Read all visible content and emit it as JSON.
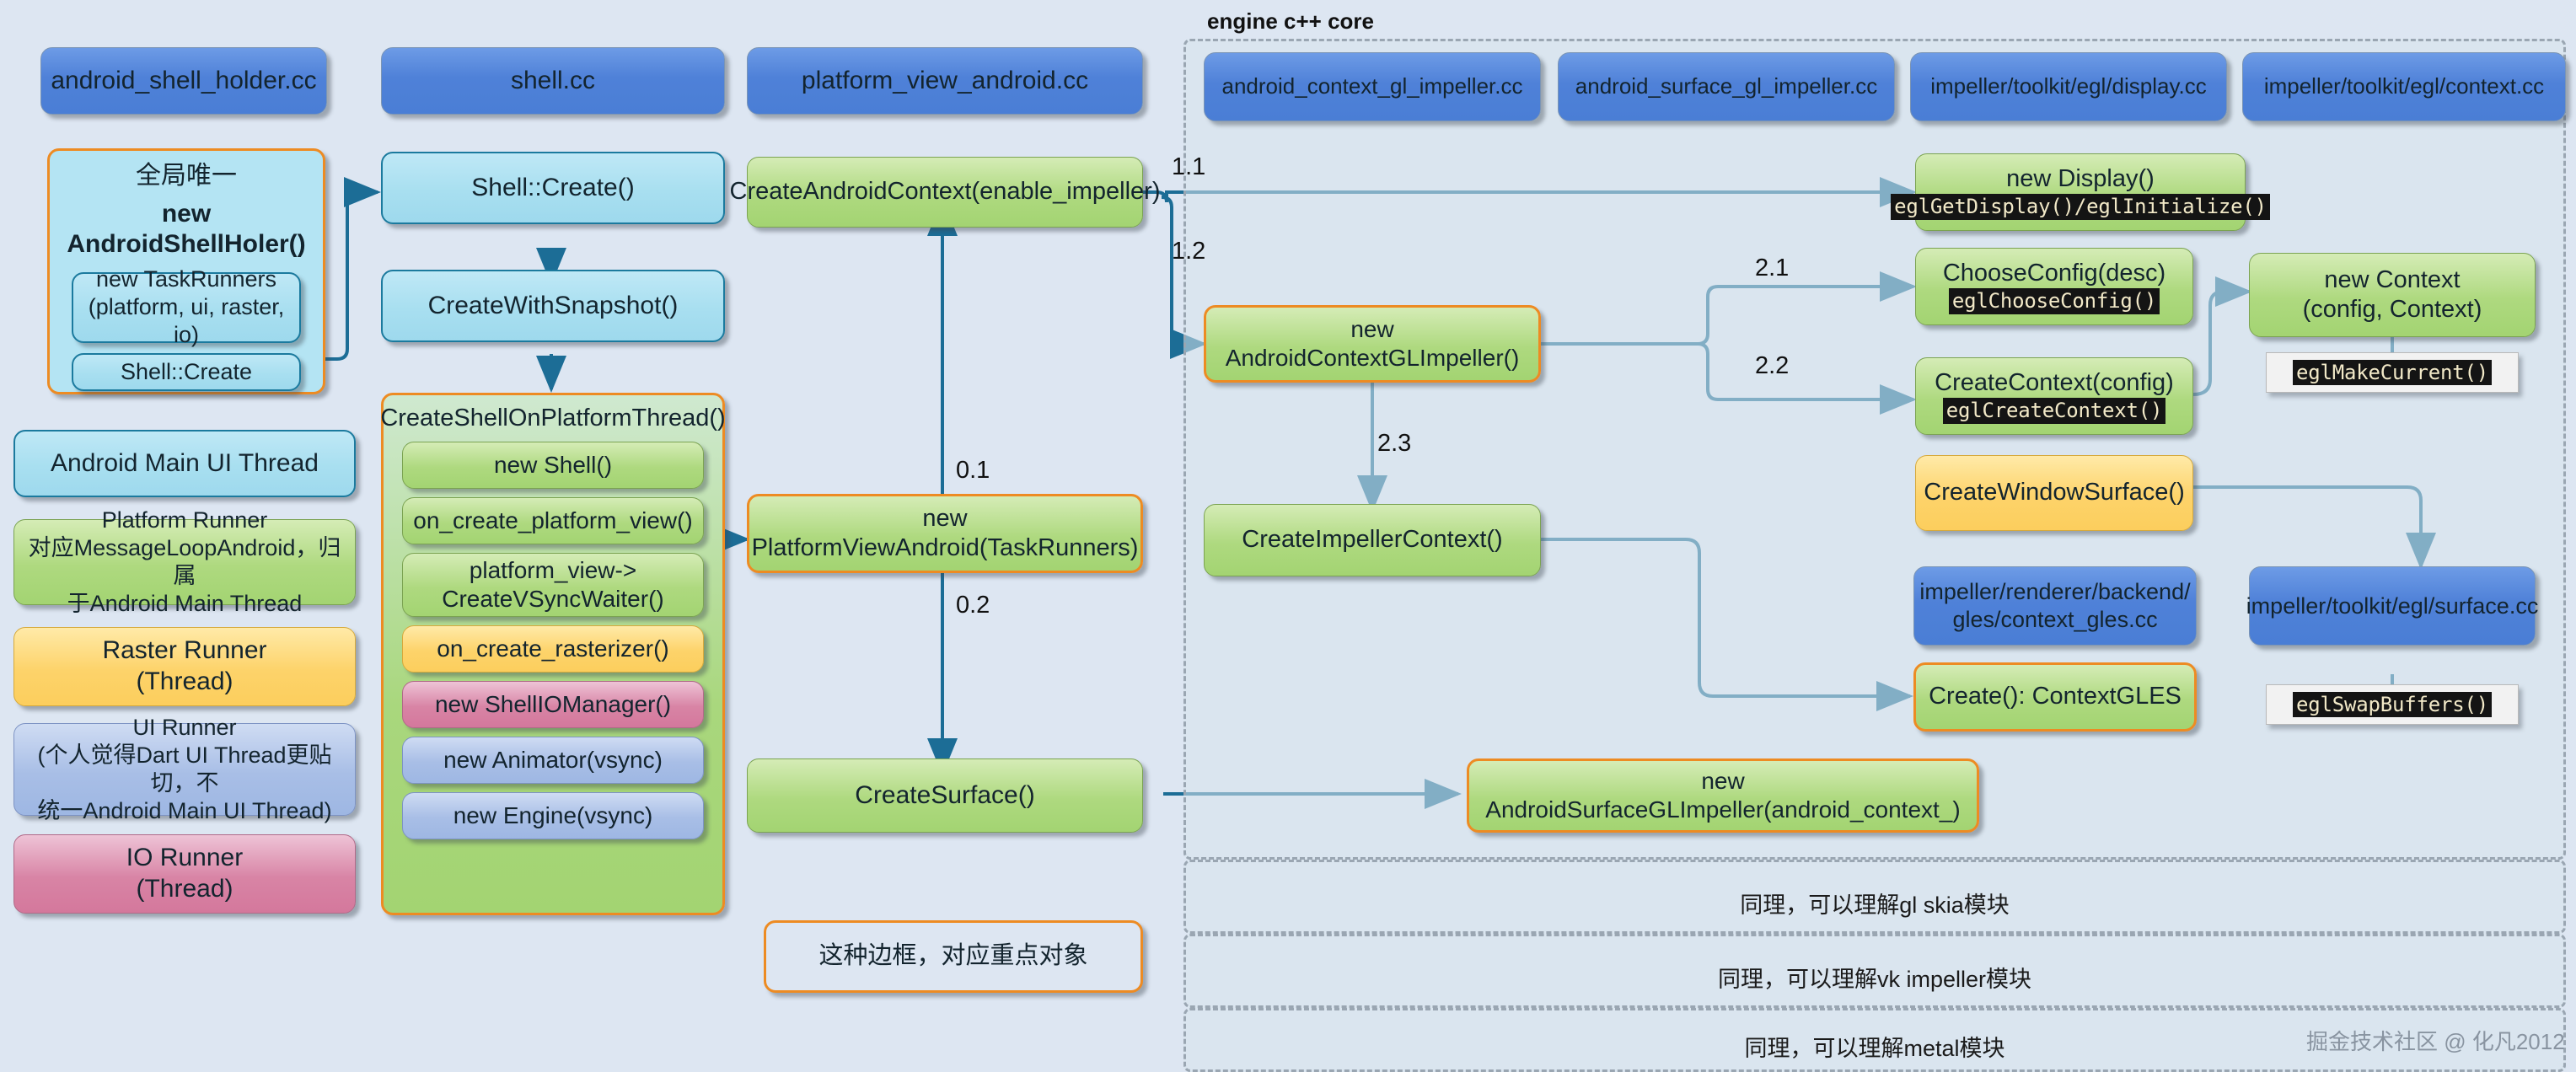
{
  "columns": {
    "android_shell_holder": {
      "file_label": "android_shell_holder.cc",
      "group": {
        "title_line1": "全局唯一",
        "title_line2": "new AndroidShellHoler()",
        "items": [
          "new TaskRunners\n(platform, ui, raster, io)",
          "Shell::Create"
        ]
      },
      "legend": [
        {
          "name": "android-main-ui-thread",
          "text": "Android Main UI Thread",
          "style": "cyan"
        },
        {
          "name": "platform-runner",
          "text": "Platform Runner\n对应MessageLoopAndroid，归属\n于Android Main Thread",
          "style": "green"
        },
        {
          "name": "raster-runner",
          "text": "Raster Runner\n(Thread)",
          "style": "yellow"
        },
        {
          "name": "ui-runner",
          "text": "UI Runner\n(个人觉得Dart UI Thread更贴切，不\n统一Android Main UI Thread)",
          "style": "periwinkle"
        },
        {
          "name": "io-runner",
          "text": "IO Runner\n(Thread)",
          "style": "pink"
        }
      ]
    },
    "shell": {
      "file_label": "shell.cc",
      "nodes": [
        "Shell::Create()",
        "CreateWithSnapshot()"
      ],
      "group": {
        "title": "CreateShellOnPlatformThread()",
        "items": [
          {
            "text": "new Shell()",
            "style": "green"
          },
          {
            "text": "on_create_platform_view()",
            "style": "green"
          },
          {
            "text": "platform_view->\nCreateVSyncWaiter()",
            "style": "green"
          },
          {
            "text": "on_create_rasterizer()",
            "style": "yellow"
          },
          {
            "text": "new ShellIOManager()",
            "style": "pink"
          },
          {
            "text": "new Animator(vsync)",
            "style": "periwinkle"
          },
          {
            "text": "new Engine(vsync)",
            "style": "periwinkle"
          }
        ]
      }
    },
    "platform_view_android": {
      "file_label": "platform_view_android.cc",
      "nodes": [
        {
          "name": "create-android-context",
          "text": "CreateAndroidContext(enable_impeller)"
        },
        {
          "name": "new-platform-view-android",
          "text": "new\nPlatformViewAndroid(TaskRunners)"
        },
        {
          "name": "create-surface",
          "text": "CreateSurface()"
        }
      ],
      "legend_note": "这种边框，对应重点对象"
    }
  },
  "engine_core": {
    "label": "engine c++ core",
    "file_headers": [
      "android_context_gl_impeller.cc",
      "android_surface_gl_impeller.cc",
      "impeller/toolkit/egl/display.cc",
      "impeller/toolkit/egl/context.cc"
    ],
    "nodes": {
      "new_display": {
        "title": "new Display()",
        "code": "eglGetDisplay()/eglInitialize()"
      },
      "new_android_context_gl_impeller": {
        "title": "new AndroidContextGLImpeller()"
      },
      "choose_config": {
        "title": "ChooseConfig(desc)",
        "code": "eglChooseConfig()"
      },
      "create_context": {
        "title": "CreateContext(config)",
        "code": "eglCreateContext()"
      },
      "new_context": {
        "title": "new Context\n(config, Context)"
      },
      "egl_make_current": {
        "code": "eglMakeCurrent()"
      },
      "create_window_surface": {
        "title": "CreateWindowSurface()"
      },
      "create_impeller_context": {
        "title": "CreateImpellerContext()"
      },
      "context_gles_file": {
        "title": "impeller/renderer/backend/\ngles/context_gles.cc"
      },
      "egl_surface_file": {
        "title": "impeller/toolkit/egl/surface.cc"
      },
      "create_context_gles": {
        "title": "Create():  ContextGLES"
      },
      "egl_swap_buffers": {
        "code": "eglSwapBuffers()"
      },
      "new_android_surface_gl_impeller": {
        "title": "new AndroidSurfaceGLImpeller(android_context_)"
      }
    },
    "edge_labels": {
      "e11": "1.1",
      "e12": "1.2",
      "e21": "2.1",
      "e22": "2.2",
      "e23": "2.3",
      "e01": "0.1",
      "e02": "0.2"
    },
    "bottom_sections": [
      "同理，可以理解gl skia模块",
      "同理，可以理解vk impeller模块",
      "同理，可以理解metal模块"
    ],
    "watermark": "掘金技术社区 @ 化凡2012"
  },
  "colors": {
    "background": "#dde6f2",
    "accent_orange": "#ed8b23",
    "edge_blue": "#1c6d96",
    "file_blue": "#4f81d8",
    "green": "#a3d472",
    "cyan": "#a8dff0",
    "yellow": "#fdd36a",
    "pink": "#d884a5",
    "periwinkle": "#a8bee6"
  }
}
